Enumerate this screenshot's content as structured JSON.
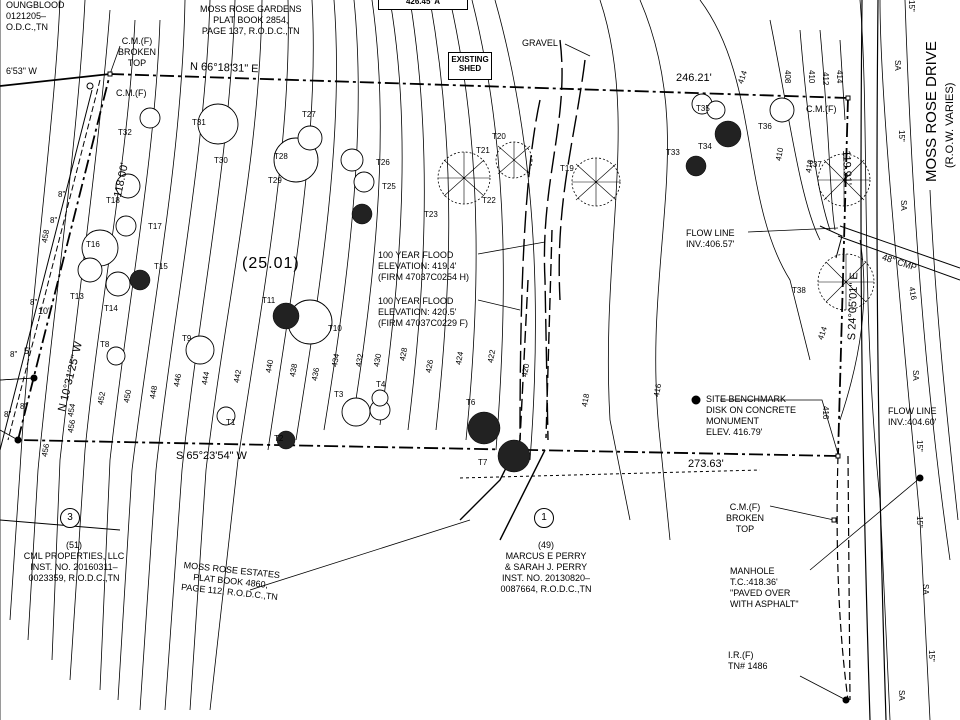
{
  "top_left_owner": {
    "line1": "OUNGBLOOD",
    "line2": "0121205–",
    "line3": "O.D.C.,TN"
  },
  "top_plat": {
    "line1": "MOSS ROSE GARDENS",
    "line2": "PLAT BOOK 2854,",
    "line3": "PAGE 137, R.O.D.C.,TN"
  },
  "top_box_text": "426.45' A",
  "existing_shed": {
    "line1": "EXISTING",
    "line2": "SHED"
  },
  "gravel_label": "GRAVEL",
  "bearings": {
    "north_line": "N 66°18'31\" E",
    "north_distance": "246.21'",
    "south_line": "S 65°23'54\" W",
    "south_distance": "273.63'",
    "west_line": "N 10°31'25\" W",
    "west_distance": "118.00'",
    "east_line": "S 24°05'01\" E",
    "east_distance": "119.91'",
    "top_left_fragment": "6'53\" W",
    "west_fragment": "10'",
    "west_fragment2": "5'"
  },
  "cm_labels": {
    "broken_top_line1": "C.M.(F)",
    "broken_top_line2": "BROKEN",
    "broken_top_line3": "TOP",
    "cm_west": "C.M.(F)",
    "cm_east": "C.M.(F)"
  },
  "area_label": "(25.01)",
  "flood": {
    "a_line1": "100 YEAR FLOOD",
    "a_line2": "ELEVATION: 419.4'",
    "a_line3": "(FIRM 47037C0254 H)",
    "b_line1": "100 YEAR FLOOD",
    "b_line2": "ELEVATION: 420.5'",
    "b_line3": "(FIRM 47037C0229 F)"
  },
  "flow_line_west": {
    "line1": "FLOW LINE",
    "line2": "INV.:406.57'"
  },
  "flow_line_east": {
    "line1": "FLOW LINE",
    "line2": "INV.:404.60'"
  },
  "pipe_label": "48\" CMP",
  "benchmark": {
    "line1": "SITE BENCHMARK",
    "line2": "DISK ON CONCRETE",
    "line3": "MONUMENT",
    "line4": "ELEV. 416.79'"
  },
  "road": {
    "name": "MOSS ROSE DRIVE",
    "sub": "(R.O.W. VARIES)"
  },
  "cm_broken_east": {
    "line1": "C.M.(F)",
    "line2": "BROKEN",
    "line3": "TOP"
  },
  "manhole": {
    "line1": "MANHOLE",
    "line2": "T.C.:418.36'",
    "line3": "\"PAVED OVER",
    "line4": "WITH ASPHALT\""
  },
  "iron_rod": {
    "line1": "I.R.(F)",
    "line2": "TN# 1486"
  },
  "parcel_3": {
    "num": "3",
    "lot": "(51)",
    "owner": "CML PROPERTIES, LLC",
    "inst": "INST. NO. 20160311–",
    "inst2": "0023359, R.O.D.C.,TN"
  },
  "parcel_1": {
    "num": "1",
    "lot": "(49)",
    "owner1": "MARCUS E PERRY",
    "owner2": "& SARAH J. PERRY",
    "inst": "INST. NO. 20130820–",
    "inst2": "0087664, R.O.D.C.,TN"
  },
  "moss_rose_estates": {
    "line1": "MOSS ROSE ESTATES",
    "line2": "PLAT BOOK 4860,",
    "line3": "PAGE 112, R.O.D.C.,TN"
  },
  "trees": [
    "T1",
    "T2",
    "T3",
    "T4",
    "T6",
    "T7",
    "T8",
    "T9",
    "T10",
    "T11",
    "T13",
    "T14",
    "T15",
    "T16",
    "T17",
    "T18",
    "T19",
    "T20",
    "T21",
    "T22",
    "T23",
    "T25",
    "T26",
    "T27",
    "T28",
    "T29",
    "T30",
    "T31",
    "T32",
    "T33",
    "T34",
    "T35",
    "T36",
    "T37",
    "T38"
  ],
  "contours": [
    "458",
    "456",
    "454",
    "452",
    "450",
    "448",
    "446",
    "444",
    "442",
    "440",
    "438",
    "436",
    "434",
    "432",
    "430",
    "428",
    "426",
    "424",
    "422",
    "420",
    "418",
    "416",
    "414",
    "412",
    "410",
    "408"
  ],
  "road_marks": [
    "SA",
    "15\"",
    "15\"",
    "SA",
    "SA",
    "15\"",
    "15\"",
    "SA",
    "15\"",
    "SA"
  ],
  "left_marks": [
    "8\"",
    "8\"",
    "8\"",
    "8\"",
    "8\"",
    "8\""
  ]
}
